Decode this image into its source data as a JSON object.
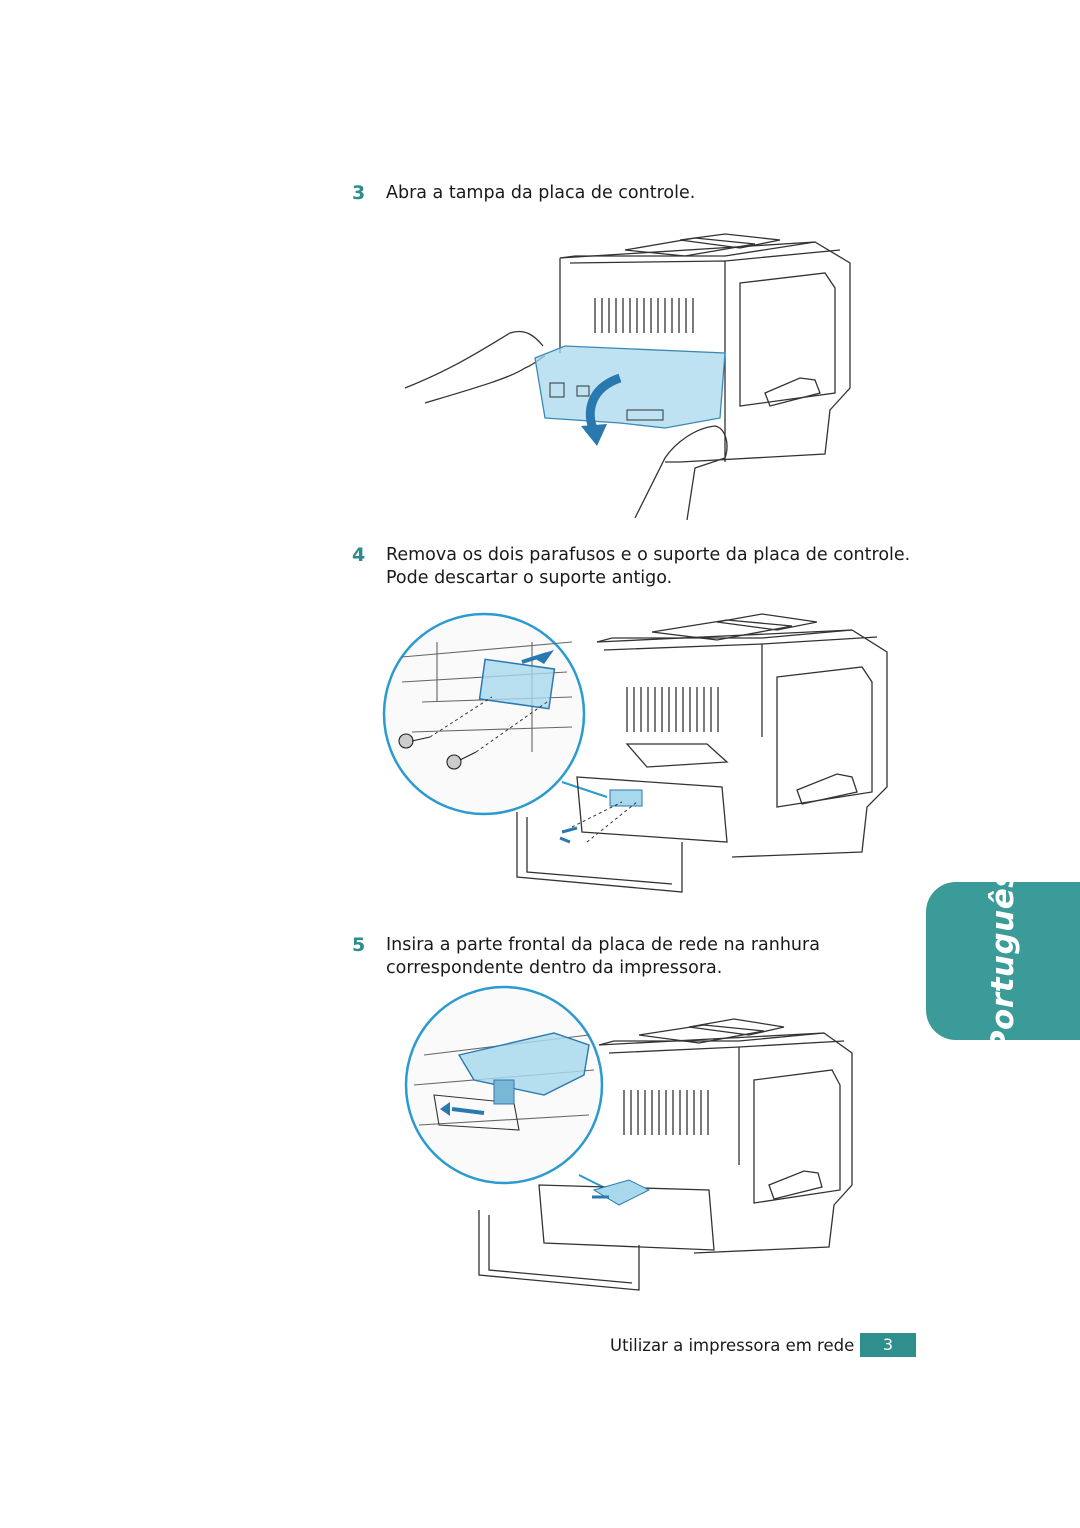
{
  "steps": [
    {
      "number": "3",
      "text": "Abra a tampa da placa de controle."
    },
    {
      "number": "4",
      "text": "Remova os dois parafusos e o suporte da placa de controle. Pode descartar o suporte antigo."
    },
    {
      "number": "5",
      "text": "Insira a parte frontal da placa de rede na ranhura correspondente dentro da impressora."
    }
  ],
  "side_tab": {
    "label": "Português"
  },
  "footer": {
    "section": "Utilizar a impressora em rede",
    "page": "3"
  },
  "colors": {
    "accent": "#3a9b98",
    "highlight": "#a8d8ec",
    "line": "#333333"
  }
}
